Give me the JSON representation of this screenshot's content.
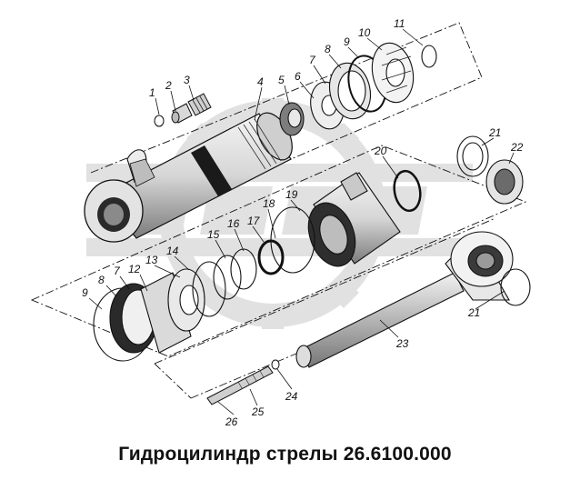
{
  "title": "Гидроцилиндр стрелы 26.6100.000",
  "callouts": [
    "1",
    "2",
    "3",
    "4",
    "5",
    "6",
    "7",
    "8",
    "9",
    "10",
    "11",
    "21",
    "22",
    "20",
    "18",
    "19",
    "17",
    "16",
    "15",
    "13",
    "14",
    "7",
    "12",
    "9",
    "8",
    "21",
    "23",
    "24",
    "25",
    "26"
  ],
  "colors": {
    "ink": "#111111",
    "watermark": "#d9d9d9",
    "shade": "#9a9a9a",
    "dark": "#2a2a2a"
  }
}
